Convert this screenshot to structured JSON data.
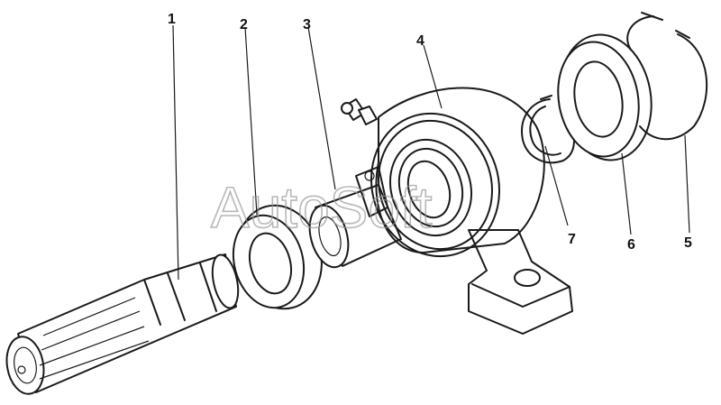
{
  "diagram": {
    "watermark": "AutoSoft",
    "callouts": [
      {
        "id": "part-1",
        "text": "1"
      },
      {
        "id": "part-2",
        "text": "2"
      },
      {
        "id": "part-3",
        "text": "3"
      },
      {
        "id": "part-4",
        "text": "4"
      },
      {
        "id": "part-5",
        "text": "5"
      },
      {
        "id": "part-6",
        "text": "6"
      },
      {
        "id": "part-7",
        "text": "7"
      }
    ]
  },
  "colors": {
    "ink": "#1a1a1a",
    "background": "#ffffff",
    "watermark": "#9a9a9a"
  }
}
